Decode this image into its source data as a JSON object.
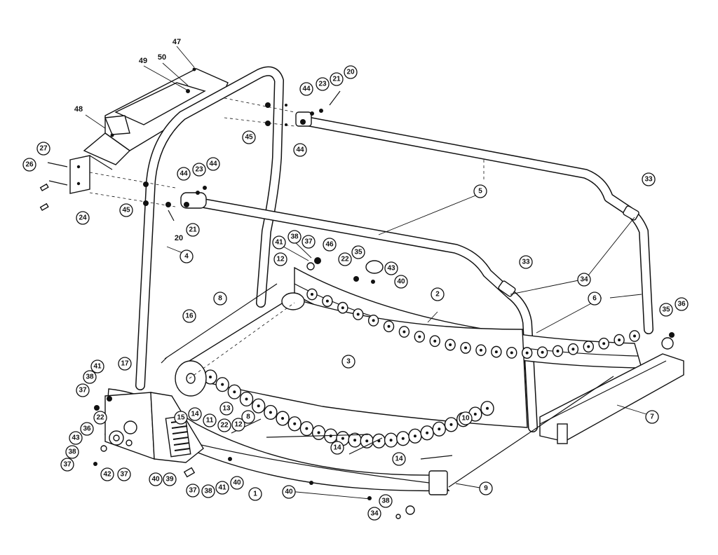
{
  "colors": {
    "ink": "#111111",
    "paper": "#ffffff"
  },
  "labels": [
    {
      "id": "47",
      "text": "47",
      "style": "plain"
    },
    {
      "id": "49",
      "text": "49",
      "style": "plain"
    },
    {
      "id": "50",
      "text": "50",
      "style": "plain"
    },
    {
      "id": "48",
      "text": "48",
      "style": "plain"
    },
    {
      "id": "44a",
      "text": "44",
      "style": "circle"
    },
    {
      "id": "23a",
      "text": "23",
      "style": "circle"
    },
    {
      "id": "21a",
      "text": "21",
      "style": "circle"
    },
    {
      "id": "20a",
      "text": "20",
      "style": "circle"
    },
    {
      "id": "45a",
      "text": "45",
      "style": "circle"
    },
    {
      "id": "44b",
      "text": "44",
      "style": "circle"
    },
    {
      "id": "27",
      "text": "27",
      "style": "circle"
    },
    {
      "id": "26",
      "text": "26",
      "style": "circle"
    },
    {
      "id": "44c",
      "text": "44",
      "style": "circle"
    },
    {
      "id": "23b",
      "text": "23",
      "style": "circle"
    },
    {
      "id": "44d",
      "text": "44",
      "style": "circle"
    },
    {
      "id": "24",
      "text": "24",
      "style": "circle"
    },
    {
      "id": "45b",
      "text": "45",
      "style": "circle"
    },
    {
      "id": "20b",
      "text": "20",
      "style": "plain"
    },
    {
      "id": "21b",
      "text": "21",
      "style": "circle"
    },
    {
      "id": "5",
      "text": "5",
      "style": "circle"
    },
    {
      "id": "33a",
      "text": "33",
      "style": "circle"
    },
    {
      "id": "4",
      "text": "4",
      "style": "circle"
    },
    {
      "id": "41a",
      "text": "41",
      "style": "circle"
    },
    {
      "id": "38a",
      "text": "38",
      "style": "circle"
    },
    {
      "id": "37a",
      "text": "37",
      "style": "circle"
    },
    {
      "id": "46",
      "text": "46",
      "style": "circle"
    },
    {
      "id": "22a",
      "text": "22",
      "style": "circle"
    },
    {
      "id": "35a",
      "text": "35",
      "style": "circle"
    },
    {
      "id": "43a",
      "text": "43",
      "style": "circle"
    },
    {
      "id": "40a",
      "text": "40",
      "style": "circle"
    },
    {
      "id": "33b",
      "text": "33",
      "style": "circle"
    },
    {
      "id": "34",
      "text": "34",
      "style": "circle"
    },
    {
      "id": "12a",
      "text": "12",
      "style": "circle"
    },
    {
      "id": "2",
      "text": "2",
      "style": "circle"
    },
    {
      "id": "8a",
      "text": "8",
      "style": "circle"
    },
    {
      "id": "6",
      "text": "6",
      "style": "circle"
    },
    {
      "id": "16",
      "text": "16",
      "style": "circle"
    },
    {
      "id": "35b",
      "text": "35",
      "style": "circle"
    },
    {
      "id": "36a",
      "text": "36",
      "style": "circle"
    },
    {
      "id": "3",
      "text": "3",
      "style": "circle"
    },
    {
      "id": "17",
      "text": "17",
      "style": "circle"
    },
    {
      "id": "41b",
      "text": "41",
      "style": "circle"
    },
    {
      "id": "38b",
      "text": "38",
      "style": "circle"
    },
    {
      "id": "37b",
      "text": "37",
      "style": "circle"
    },
    {
      "id": "7",
      "text": "7",
      "style": "circle"
    },
    {
      "id": "22b",
      "text": "22",
      "style": "circle"
    },
    {
      "id": "15",
      "text": "15",
      "style": "circle"
    },
    {
      "id": "14a",
      "text": "14",
      "style": "circle"
    },
    {
      "id": "13",
      "text": "13",
      "style": "circle"
    },
    {
      "id": "11",
      "text": "11",
      "style": "circle"
    },
    {
      "id": "22c",
      "text": "22",
      "style": "circle"
    },
    {
      "id": "12b",
      "text": "12",
      "style": "circle"
    },
    {
      "id": "8b",
      "text": "8",
      "style": "circle"
    },
    {
      "id": "10",
      "text": "10",
      "style": "circle"
    },
    {
      "id": "36b",
      "text": "36",
      "style": "circle"
    },
    {
      "id": "43b",
      "text": "43",
      "style": "circle"
    },
    {
      "id": "14b",
      "text": "14",
      "style": "circle"
    },
    {
      "id": "14c",
      "text": "14",
      "style": "circle"
    },
    {
      "id": "38c",
      "text": "38",
      "style": "circle"
    },
    {
      "id": "42",
      "text": "42",
      "style": "circle"
    },
    {
      "id": "37c",
      "text": "37",
      "style": "circle"
    },
    {
      "id": "37d",
      "text": "37",
      "style": "circle"
    },
    {
      "id": "40b",
      "text": "40",
      "style": "circle"
    },
    {
      "id": "39",
      "text": "39",
      "style": "circle"
    },
    {
      "id": "40c",
      "text": "40",
      "style": "circle"
    },
    {
      "id": "1",
      "text": "1",
      "style": "circle"
    },
    {
      "id": "9",
      "text": "9",
      "style": "circle"
    },
    {
      "id": "37e",
      "text": "37",
      "style": "circle"
    },
    {
      "id": "38d",
      "text": "38",
      "style": "circle"
    },
    {
      "id": "41c",
      "text": "41",
      "style": "circle"
    },
    {
      "id": "40d",
      "text": "40",
      "style": "circle"
    },
    {
      "id": "38e",
      "text": "38",
      "style": "circle"
    },
    {
      "id": "34b",
      "text": "34",
      "style": "circle"
    }
  ]
}
